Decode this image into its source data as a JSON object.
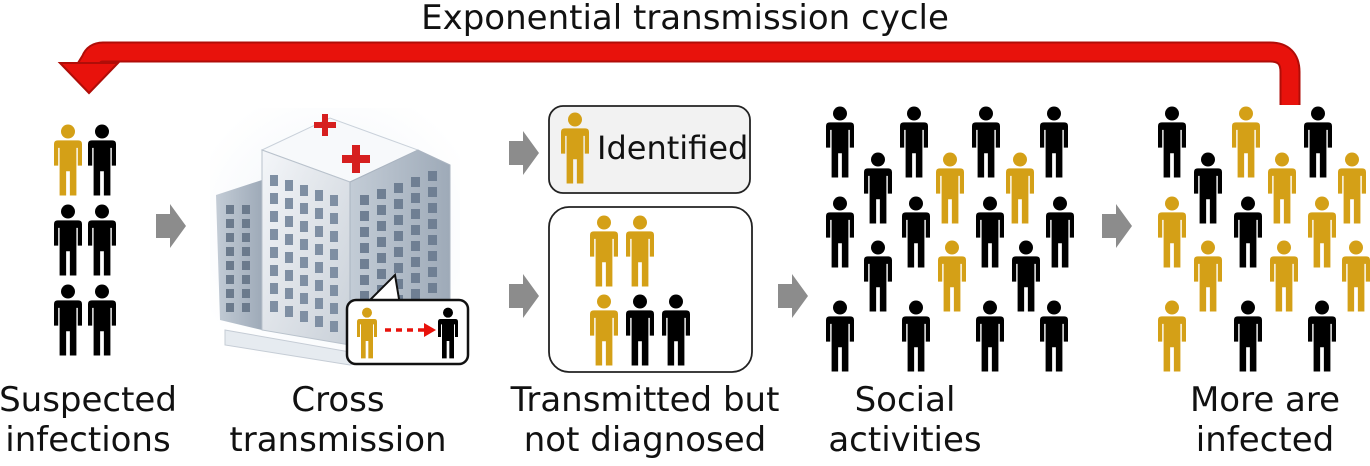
{
  "title": "Exponential transmission cycle",
  "colors": {
    "infected": "#D4A017",
    "healthy": "#000000",
    "cycle_arrow": "#E8120C",
    "step_arrow": "#8C8C8C",
    "hospital_cross": "#D61F1F"
  },
  "stages": [
    {
      "id": "suspected",
      "line1": "Suspected",
      "line2": "infections"
    },
    {
      "id": "cross",
      "line1": "Cross",
      "line2": "transmission"
    },
    {
      "id": "transmitted",
      "line1": "Transmitted but",
      "line2": "not diagnosed"
    },
    {
      "id": "social",
      "line1": "Social",
      "line2": "activities"
    },
    {
      "id": "more",
      "line1": "More are",
      "line2": "infected"
    }
  ],
  "identified_box": {
    "label": "Identified"
  },
  "icons": {
    "person": "person-icon",
    "hospital": "hospital-building-icon",
    "arrow": "gray-arrow-icon",
    "cycle": "red-cycle-arrow-icon"
  }
}
